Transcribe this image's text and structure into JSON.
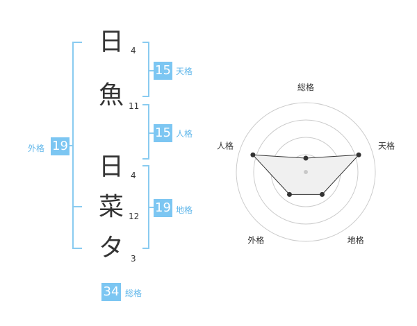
{
  "name": {
    "characters": [
      {
        "char": "日",
        "strokes": "4"
      },
      {
        "char": "魚",
        "strokes": "11"
      },
      {
        "char": "日",
        "strokes": "4"
      },
      {
        "char": "菜",
        "strokes": "12"
      },
      {
        "char": "タ",
        "strokes": "3"
      }
    ]
  },
  "kaku": {
    "tenkaku": {
      "value": "15",
      "label": "天格"
    },
    "jinkaku": {
      "value": "15",
      "label": "人格"
    },
    "chikaku": {
      "value": "19",
      "label": "地格"
    },
    "gaikaku": {
      "value": "19",
      "label": "外格"
    },
    "soukaku": {
      "value": "34",
      "label": "総格"
    }
  },
  "colors": {
    "accent": "#7cc6f2",
    "bracket": "#89cbf0",
    "label": "#5fb6ea",
    "text": "#333333"
  },
  "chart_data": {
    "type": "radar",
    "axes": [
      "総格",
      "天格",
      "地格",
      "外格",
      "人格"
    ],
    "values": [
      1,
      4,
      2,
      2,
      4
    ],
    "max": 5,
    "rings": 4
  }
}
